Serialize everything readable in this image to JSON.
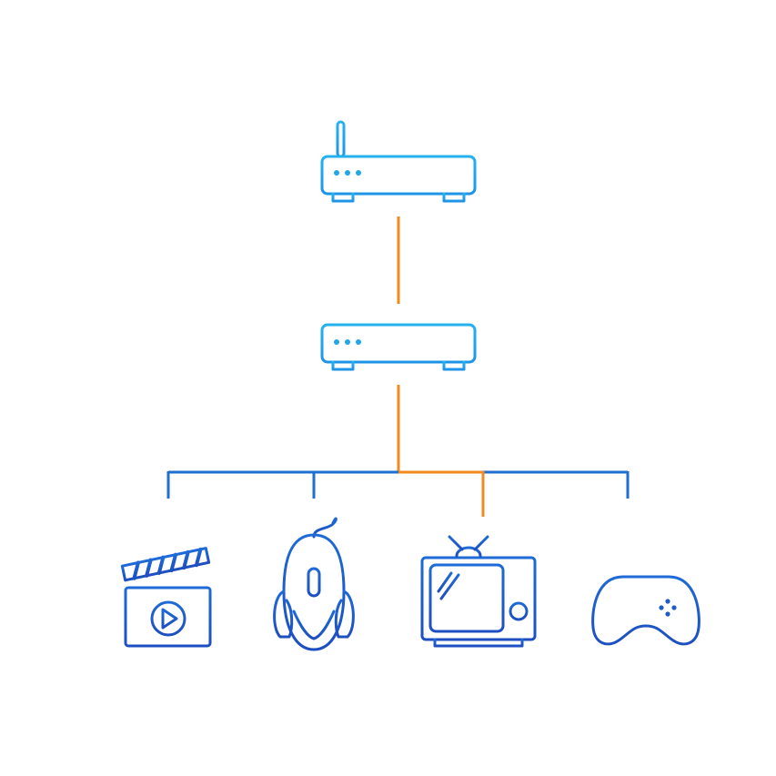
{
  "diagram": {
    "nodes": [
      {
        "id": "wifi-router",
        "icon": "router-with-antenna-icon"
      },
      {
        "id": "set-top-box",
        "icon": "network-box-icon"
      },
      {
        "id": "video-device",
        "icon": "film-clapperboard-icon"
      },
      {
        "id": "mouse-device",
        "icon": "computer-mouse-icon"
      },
      {
        "id": "tv-device",
        "icon": "television-icon"
      },
      {
        "id": "game-device",
        "icon": "gamepad-icon"
      }
    ],
    "edges": [
      {
        "from": "wifi-router",
        "to": "set-top-box",
        "color": "#f28a1e"
      },
      {
        "from": "set-top-box",
        "to": "tv-device",
        "color": "#f28a1e"
      },
      {
        "from": "set-top-box",
        "to": "video-device",
        "color": "#1e6fd0"
      },
      {
        "from": "set-top-box",
        "to": "mouse-device",
        "color": "#1e6fd0"
      },
      {
        "from": "set-top-box",
        "to": "game-device",
        "color": "#1e6fd0"
      }
    ]
  },
  "colors": {
    "router_blue": "#1fa7ea",
    "device_blue": "#1e5cc8",
    "bus_blue": "#1e6fd0",
    "highlight_orange": "#f28a1e",
    "background": "#ffffff"
  }
}
